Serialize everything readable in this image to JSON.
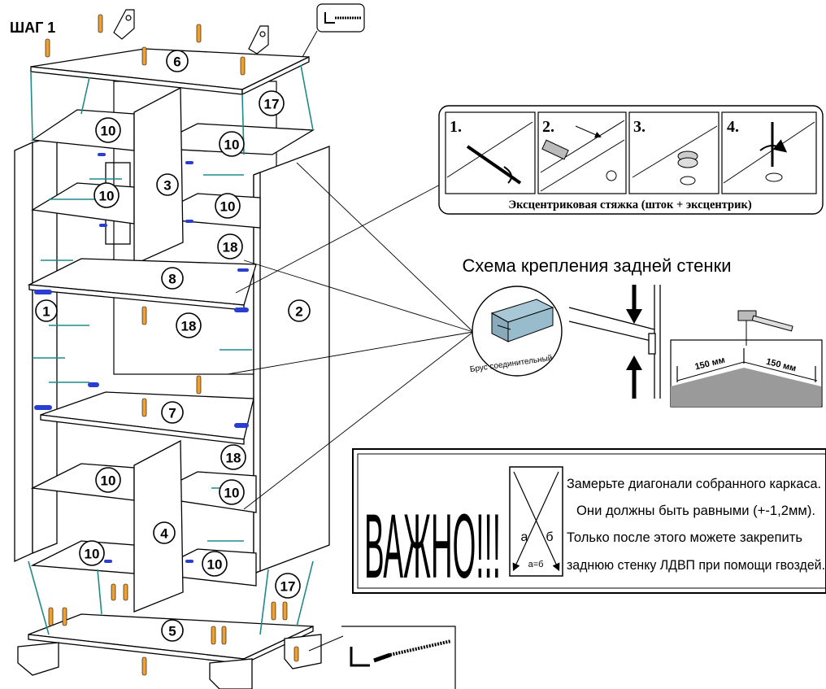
{
  "step_title": "ШАГ 1",
  "parts": {
    "p1": "1",
    "p2": "2",
    "p3": "3",
    "p4": "4",
    "p5": "5",
    "p6": "6",
    "p7": "7",
    "p8": "8",
    "p10a": "10",
    "p10b": "10",
    "p10c": "10",
    "p10d": "10",
    "p10e": "10",
    "p10f": "10",
    "p10g": "10",
    "p10h": "10",
    "p17a": "17",
    "p17b": "17",
    "p18a": "18",
    "p18b": "18",
    "p18c": "18"
  },
  "eccentric": {
    "steps": [
      "1.",
      "2.",
      "3.",
      "4."
    ],
    "caption": "Эксцентриковая стяжка (шток + эксцентрик)"
  },
  "back_panel": {
    "title": "Схема крепления задней стенки",
    "connector_label": "Брус соединительный",
    "dim_left": "150 мм",
    "dim_right": "150 мм"
  },
  "important": {
    "word": "ВАЖНО!!!",
    "diag_a": "а",
    "diag_b": "б",
    "diag_eq": "а=б",
    "lines": [
      "Замерьте диагонали собранного каркаса.",
      "Они должны быть равными (+-1,2мм).",
      "Только после этого можете закрепить",
      "заднюю стенку ЛДВП при помощи гвоздей."
    ]
  },
  "colors": {
    "line": "#000000",
    "teal": "#1f8a8a",
    "screw": "#f0a030",
    "blue": "#2a3fd0",
    "floor": "#9a9a9a"
  }
}
